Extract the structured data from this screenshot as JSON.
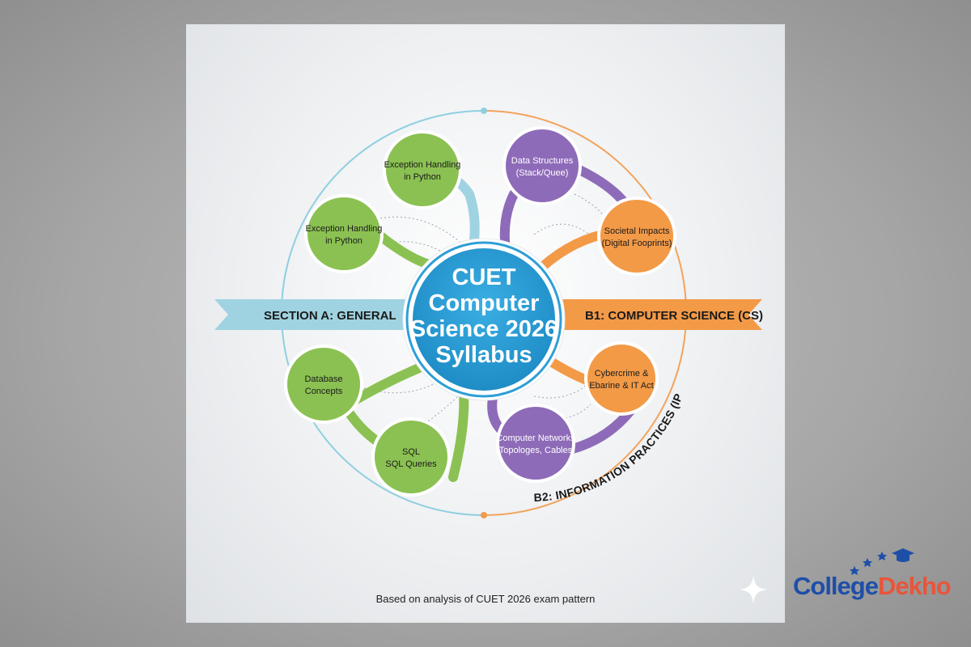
{
  "center_title": [
    "CUET",
    "Computer",
    "Science 2026",
    "Syllabus"
  ],
  "banners": {
    "left": "SECTION A: GENERAL",
    "right": "B1: COMPUTER SCIENCE (CS)",
    "curved": "B2: INFORMATION PRACTICES (IP"
  },
  "nodes": {
    "exception_top": [
      "Exception Handling",
      "in Python"
    ],
    "exception_left": [
      "Exception Handling",
      "in Python"
    ],
    "database": [
      "Database",
      "Concepts"
    ],
    "sql": [
      "SQL",
      "SQL Queries"
    ],
    "data_structures": [
      "Data Structures",
      "(Stack/Quee)"
    ],
    "societal": [
      "Societal Impacts",
      "(Digital Fooprints)"
    ],
    "cybercrime": [
      "Cybercrime &",
      "Ebarine & IT Act"
    ],
    "networks": [
      "Computer Networks",
      "(Topologes, Cables)"
    ]
  },
  "footer": "Based on analysis of CUET 2026 exam pattern",
  "logo": {
    "part1": "College",
    "part2": "Dekho"
  },
  "colors": {
    "green": "#8bc152",
    "purple": "#8e6bb8",
    "orange": "#f39a47",
    "blue": "#2f9fd6",
    "teal_band": "#9fd3e1",
    "ring_left": "#8fcfe0",
    "ring_right": "#f3a35c"
  }
}
